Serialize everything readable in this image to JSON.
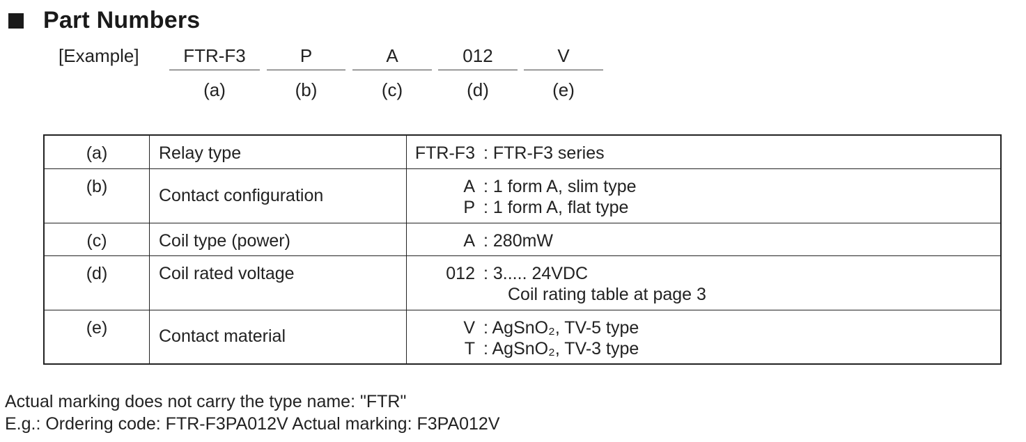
{
  "header": {
    "title": "Part Numbers"
  },
  "example": {
    "label": "[Example]",
    "segments": [
      {
        "code": "FTR-F3",
        "letter": "(a)"
      },
      {
        "code": "P",
        "letter": "(b)"
      },
      {
        "code": "A",
        "letter": "(c)"
      },
      {
        "code": "012",
        "letter": "(d)"
      },
      {
        "code": "V",
        "letter": "(e)"
      }
    ]
  },
  "table": {
    "rows": [
      {
        "letter": "(a)",
        "name": "Relay type",
        "options": [
          {
            "code": "FTR-F3",
            "desc": ": FTR-F3 series"
          }
        ]
      },
      {
        "letter": "(b)",
        "name": "Contact configuration",
        "options": [
          {
            "code": "A",
            "desc": ": 1 form A, slim type"
          },
          {
            "code": "P",
            "desc": ": 1 form A, flat type"
          }
        ]
      },
      {
        "letter": "(c)",
        "name": "Coil type (power)",
        "options": [
          {
            "code": "A",
            "desc": ": 280mW"
          }
        ]
      },
      {
        "letter": "(d)",
        "name": "Coil rated voltage",
        "options": [
          {
            "code": "012",
            "desc": ": 3..... 24VDC"
          }
        ],
        "continuation": "Coil rating table at page 3"
      },
      {
        "letter": "(e)",
        "name": "Contact material",
        "options": [
          {
            "code": "V",
            "desc": ": AgSnO₂, TV-5 type"
          },
          {
            "code": "T",
            "desc": ": AgSnO₂, TV-3 type"
          }
        ]
      }
    ]
  },
  "footer": {
    "line1": "Actual marking does not carry the type name: \"FTR\"",
    "line2": "E.g.: Ordering code: FTR-F3PA012V Actual marking: F3PA012V"
  }
}
